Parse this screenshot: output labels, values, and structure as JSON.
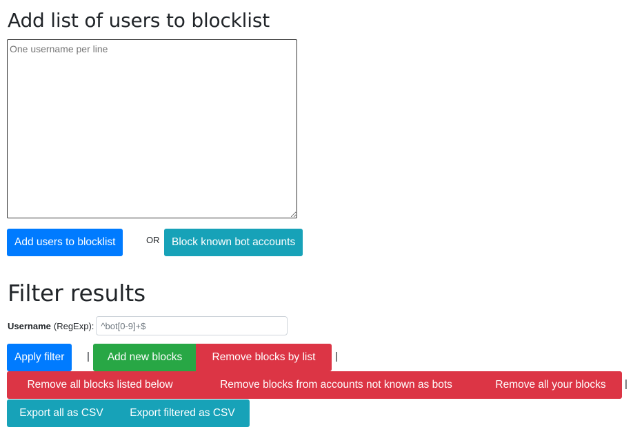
{
  "blocklist_section": {
    "title": "Add list of users to blocklist",
    "textarea_placeholder": "One username per line",
    "textarea_value": "",
    "add_button_label": "Add users to blocklist",
    "or_label": "OR",
    "bots_button_label": "Block known bot accounts"
  },
  "filter_section": {
    "title": "Filter results",
    "username_label": "Username",
    "username_hint": "(RegExp):",
    "username_placeholder": "^bot[0-9]+$",
    "username_value": "",
    "separator": "|",
    "apply_filter_label": "Apply filter",
    "add_new_blocks_label": "Add new blocks",
    "remove_by_list_label": "Remove blocks by list",
    "remove_all_listed_label": "Remove all blocks listed below",
    "remove_not_bots_label": "Remove blocks from accounts not known as bots",
    "remove_all_yours_label": "Remove all your blocks",
    "export_all_label": "Export all as CSV",
    "export_filtered_label": "Export filtered as CSV"
  },
  "colors": {
    "primary": "#007bff",
    "info": "#17a2b8",
    "success": "#28a745",
    "danger": "#dc3545"
  }
}
